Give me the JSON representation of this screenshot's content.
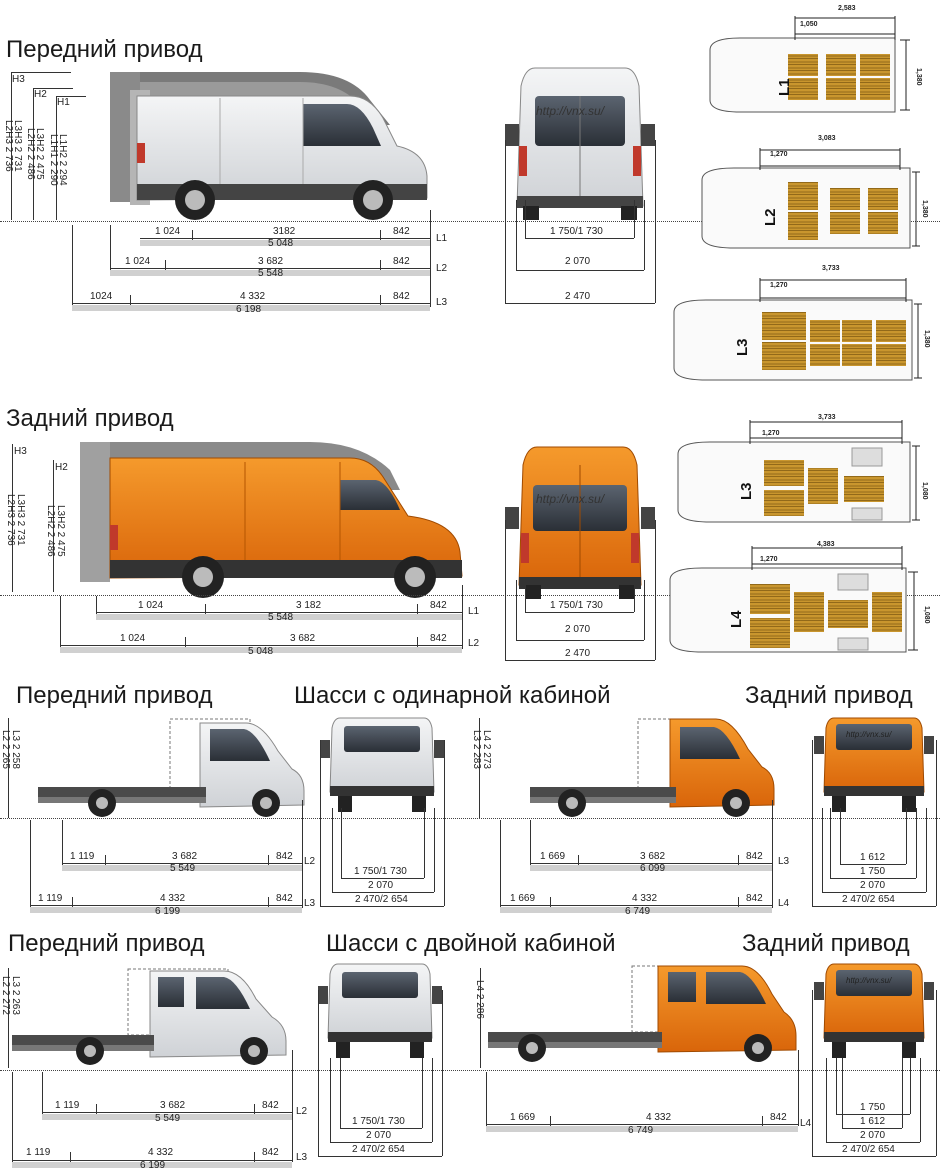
{
  "sections": {
    "front_van_title": "Передний привод",
    "rear_van_title": "Задний привод",
    "single_front_title": "Передний привод",
    "single_center_title": "Шасси с одинарной кабиной",
    "single_rear_title": "Задний привод",
    "double_front_title": "Передний привод",
    "double_center_title": "Шасси с двойной кабиной",
    "double_rear_title": "Задний привод"
  },
  "watermark": "http://vnx.su/",
  "colors": {
    "van_white": "#e9eaec",
    "van_orange": "#ee7d16",
    "pallet": "#c9962e",
    "dim_bar": "#d0d0d0"
  },
  "front_van": {
    "height_tags": [
      "H3",
      "H2",
      "H1"
    ],
    "height_values": [
      "L3H3 2 731",
      "L2H3 2 736",
      "L3H2 2 475",
      "L2H2 2 486",
      "L1H2 2 294",
      "L1H1 2 290"
    ],
    "rows": [
      {
        "a": "1 024",
        "b": "3182",
        "c": "842",
        "total": "5 048",
        "tag": "L1"
      },
      {
        "a": "1 024",
        "b": "3 682",
        "c": "842",
        "total": "5 548",
        "tag": "L2"
      },
      {
        "a": "1024",
        "b": "4 332",
        "c": "842",
        "total": "6 198",
        "tag": "L3"
      }
    ],
    "rear_view": {
      "track": "1 750/1 730",
      "width": "2 070",
      "mirrors": "2 470"
    },
    "plans": [
      {
        "tag": "L1",
        "top": "2,583",
        "sub": "1,050",
        "side": "1,380"
      },
      {
        "tag": "L2",
        "top": "3,083",
        "sub": "1,270",
        "side": "1,380"
      },
      {
        "tag": "L3",
        "top": "3,733",
        "sub": "1,270",
        "side": "1,380"
      }
    ]
  },
  "rear_van": {
    "height_tags": [
      "H3",
      "H2"
    ],
    "height_values": [
      "L3H3 2 731",
      "L2H3 2 736",
      "L3H2 2 475",
      "L2H2 2 486"
    ],
    "rows": [
      {
        "a": "1 024",
        "b": "3 182",
        "c": "842",
        "total": "5 548",
        "tag": "L1"
      },
      {
        "a": "1 024",
        "b": "3 682",
        "c": "842",
        "total": "5 048",
        "tag": "L2"
      }
    ],
    "rear_view": {
      "track": "1 750/1 730",
      "width": "2 070",
      "mirrors": "2 470"
    },
    "plans": [
      {
        "tag": "L3",
        "top": "3,733",
        "sub": "1,270",
        "side": "1,080"
      },
      {
        "tag": "L4",
        "top": "4,383",
        "sub": "1,270",
        "side": "1,080"
      }
    ]
  },
  "single_cab": {
    "front": {
      "height_values": [
        "L3 2 258",
        "L2 2 265"
      ],
      "rows": [
        {
          "a": "1 119",
          "b": "3 682",
          "c": "842",
          "total": "5 549",
          "tag": "L2"
        },
        {
          "a": "1 119",
          "b": "4 332",
          "c": "842",
          "total": "6 199",
          "tag": "L3"
        }
      ],
      "rear_view": {
        "track": "1 750/1 730",
        "width": "2 070",
        "mirrors": "2 470/2 654"
      }
    },
    "rear": {
      "height_values": [
        "L4 2 273",
        "L3 2 283"
      ],
      "rows": [
        {
          "a": "1 669",
          "b": "3 682",
          "c": "842",
          "total": "6 099",
          "tag": "L3"
        },
        {
          "a": "1 669",
          "b": "4 332",
          "c": "842",
          "total": "6 749",
          "tag": "L4"
        }
      ],
      "rear_view": {
        "track": "1 612",
        "width2": "1 750",
        "width": "2 070",
        "mirrors": "2 470/2 654"
      }
    }
  },
  "double_cab": {
    "front": {
      "height_values": [
        "L3 2 263",
        "L2 2 272"
      ],
      "rows": [
        {
          "a": "1 119",
          "b": "3 682",
          "c": "842",
          "total": "5 549",
          "tag": "L2"
        },
        {
          "a": "1 119",
          "b": "4 332",
          "c": "842",
          "total": "6 199",
          "tag": "L3"
        }
      ],
      "rear_view": {
        "track": "1 750/1 730",
        "width": "2 070",
        "mirrors": "2 470/2 654"
      }
    },
    "rear": {
      "height_values": [
        "L4 2 286"
      ],
      "rows": [
        {
          "a": "1 669",
          "b": "4 332",
          "c": "842",
          "total": "6 749",
          "tag": "L4"
        }
      ],
      "rear_view": {
        "track": "1 750",
        "width2": "1 612",
        "width": "2 070",
        "mirrors": "2 470/2 654"
      }
    }
  }
}
